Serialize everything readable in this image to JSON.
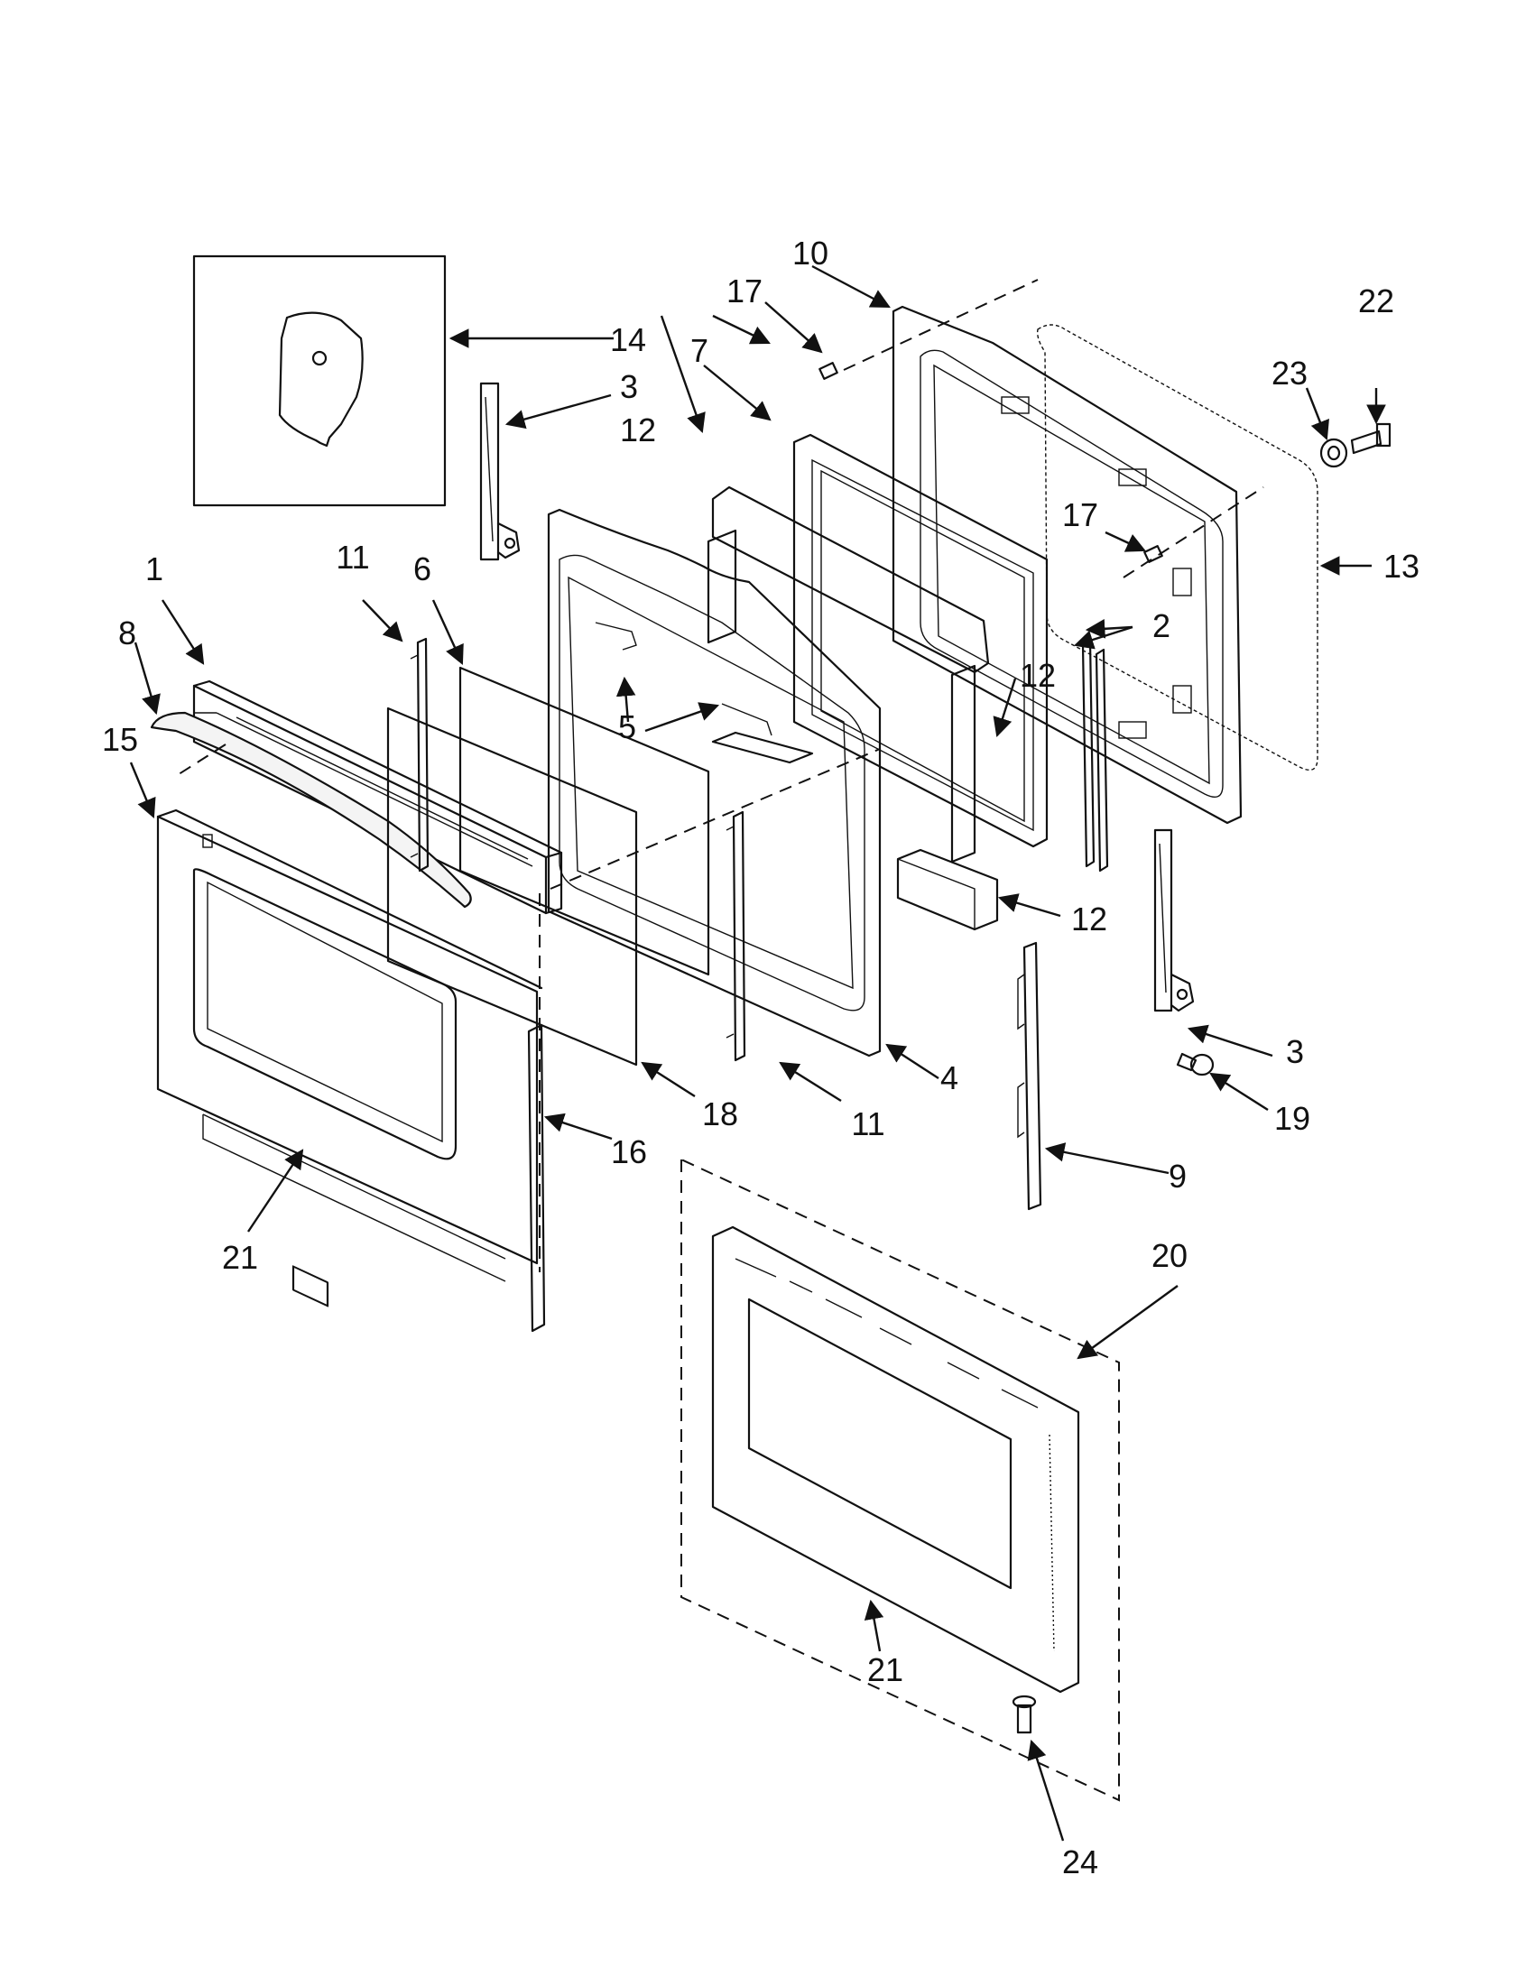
{
  "callouts": [
    {
      "id": "c1",
      "label": "1"
    },
    {
      "id": "c2",
      "label": "2"
    },
    {
      "id": "c3a",
      "label": "3"
    },
    {
      "id": "c3b",
      "label": "3"
    },
    {
      "id": "c4",
      "label": "4"
    },
    {
      "id": "c5",
      "label": "5"
    },
    {
      "id": "c6",
      "label": "6"
    },
    {
      "id": "c7",
      "label": "7"
    },
    {
      "id": "c8",
      "label": "8"
    },
    {
      "id": "c9",
      "label": "9"
    },
    {
      "id": "c10",
      "label": "10"
    },
    {
      "id": "c11a",
      "label": "11"
    },
    {
      "id": "c11b",
      "label": "11"
    },
    {
      "id": "c12a",
      "label": "12"
    },
    {
      "id": "c12b",
      "label": "12"
    },
    {
      "id": "c12c",
      "label": "12"
    },
    {
      "id": "c13",
      "label": "13"
    },
    {
      "id": "c14",
      "label": "14"
    },
    {
      "id": "c15",
      "label": "15"
    },
    {
      "id": "c16",
      "label": "16"
    },
    {
      "id": "c17a",
      "label": "17"
    },
    {
      "id": "c17b",
      "label": "17"
    },
    {
      "id": "c18",
      "label": "18"
    },
    {
      "id": "c19",
      "label": "19"
    },
    {
      "id": "c20",
      "label": "20"
    },
    {
      "id": "c21a",
      "label": "21"
    },
    {
      "id": "c21b",
      "label": "21"
    },
    {
      "id": "c22",
      "label": "22"
    },
    {
      "id": "c23",
      "label": "23"
    },
    {
      "id": "c24",
      "label": "24"
    }
  ]
}
